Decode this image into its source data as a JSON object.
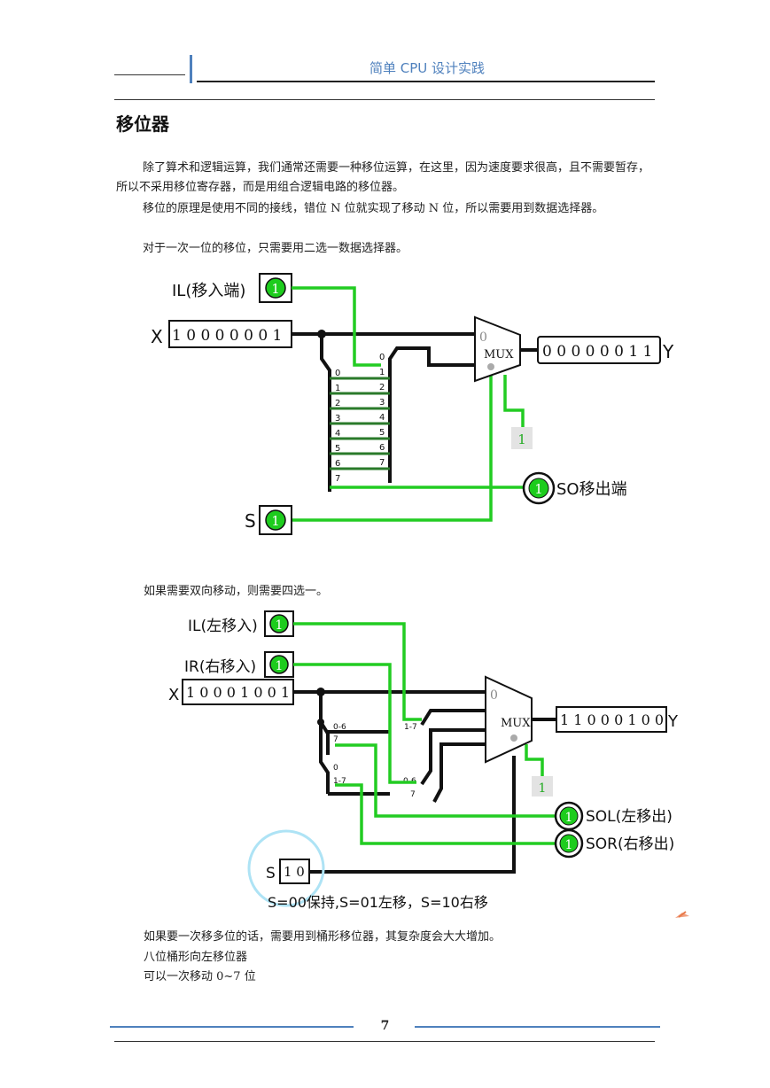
{
  "header": {
    "title": "简单 CPU 设计实践"
  },
  "section_title": "移位器",
  "paragraphs": [
    "除了算术和逻辑运算，我们通常还需要一种移位运算，在这里，因为速度要求很高，且不需要暂存，所以不采用移位寄存器，而是用组合逻辑电路的移位器。",
    "移位的原理是使用不同的接线，错位 N 位就实现了移动 N 位，所以需要用到数据选择器。",
    "对于一次一位的移位，只需要用二选一数据选择器。"
  ],
  "diagram1": {
    "il_label": "IL(移入端)",
    "il_value": "1",
    "x_label": "X",
    "x_value": "1 0 0 0 0 0 0 1",
    "mux_label": "MUX",
    "mux_in0": "0",
    "y_value": "0 0 0 0 0 0 1 1",
    "y_label": "Y",
    "sel_const": "1",
    "so_value": "1",
    "so_label": "SO移出端",
    "s_label": "S",
    "s_value": "1",
    "left_bits": [
      "0",
      "1",
      "2",
      "3",
      "4",
      "5",
      "6",
      "7"
    ],
    "right_bits": [
      "0",
      "1",
      "2",
      "3",
      "4",
      "5",
      "6",
      "7"
    ]
  },
  "para2": "如果需要双向移动，则需要四选一。",
  "diagram2": {
    "il_label": "IL(左移入)",
    "il_value": "1",
    "ir_label": "IR(右移入)",
    "ir_value": "1",
    "x_label": "X",
    "x_value": "1 0 0 0 1 0 0 1",
    "mux_label": "MUX",
    "mux_in0": "0",
    "y_value": "1 1 0 0 0 1 0 0",
    "y_label": "Y",
    "sel_const": "1",
    "sol_value": "1",
    "sol_label": "SOL(左移出)",
    "sor_value": "1",
    "sor_label": "SOR(右移出)",
    "s_label": "S",
    "s_value": "1 0",
    "caption": "S=00保持,S=01左移，S=10右移",
    "split_a_top": "0-6",
    "split_a_bot": "7",
    "split_b_top": "1-7",
    "split_c_top": "0",
    "split_c_bot": "1-7",
    "split_d_top": "0-6",
    "split_d_bot": "7"
  },
  "tail_lines": [
    "如果要一次移多位的话，需要用到桶形移位器，其复杂度会大大增加。",
    "八位桶形向左移位器",
    "可以一次移动 0~7 位"
  ],
  "page_number": "7",
  "colors": {
    "wire_green": "#22cc22",
    "wire_black": "#111111",
    "accent_blue": "#4f81bd",
    "highlight_circle": "#aee3f5"
  }
}
